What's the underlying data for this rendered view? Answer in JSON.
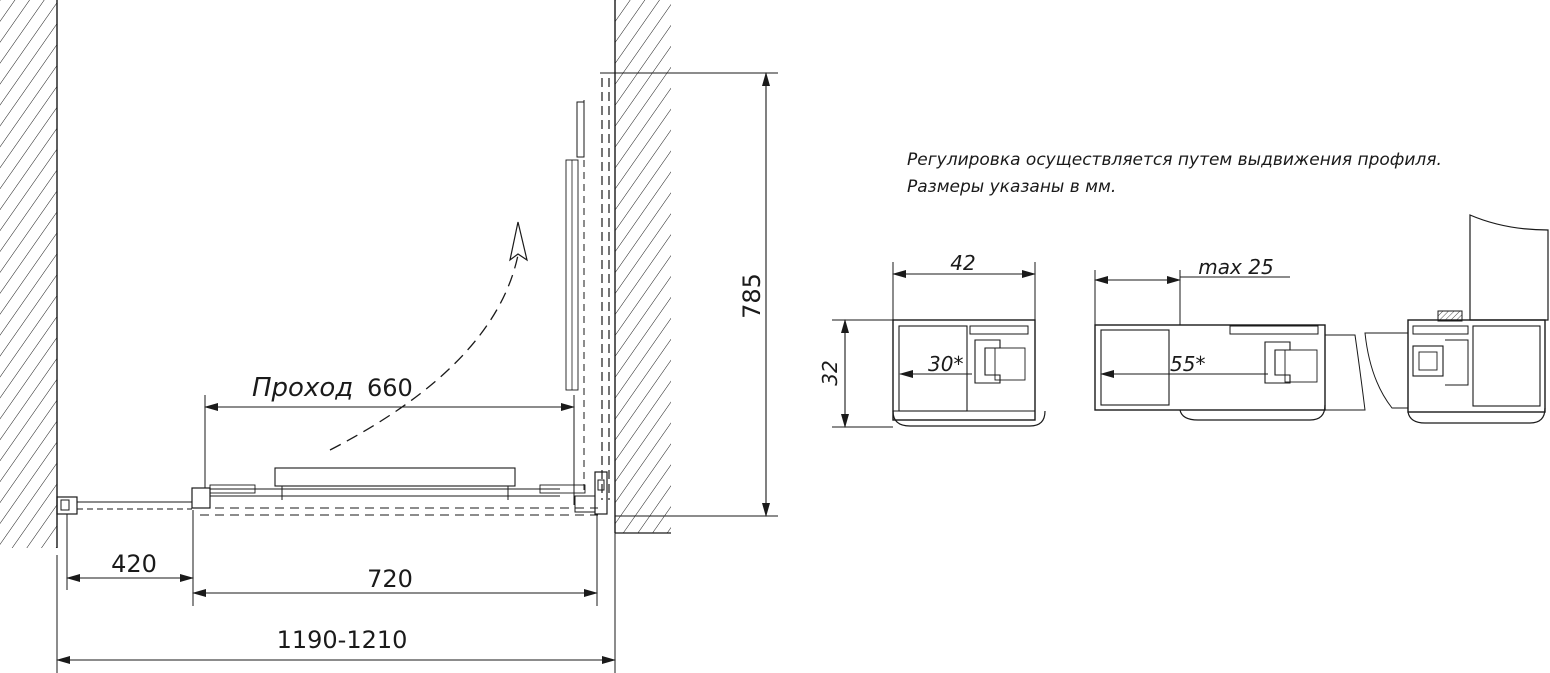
{
  "notes": {
    "line1": "Регулировка осуществляется путем выдвижения профиля.",
    "line2": "Размеры указаны в мм."
  },
  "plan": {
    "passage_label": "Проход",
    "passage_value": "660",
    "depth": "785",
    "fixed_width": "420",
    "door_width": "720",
    "total_width": "1190-1210"
  },
  "profiles": {
    "width": "42",
    "height": "32",
    "wall_offset_min": "30*",
    "wall_offset_max": "55*",
    "max_extension": "max 25"
  },
  "colors": {
    "line": "#1a1a1a",
    "background": "#ffffff"
  }
}
